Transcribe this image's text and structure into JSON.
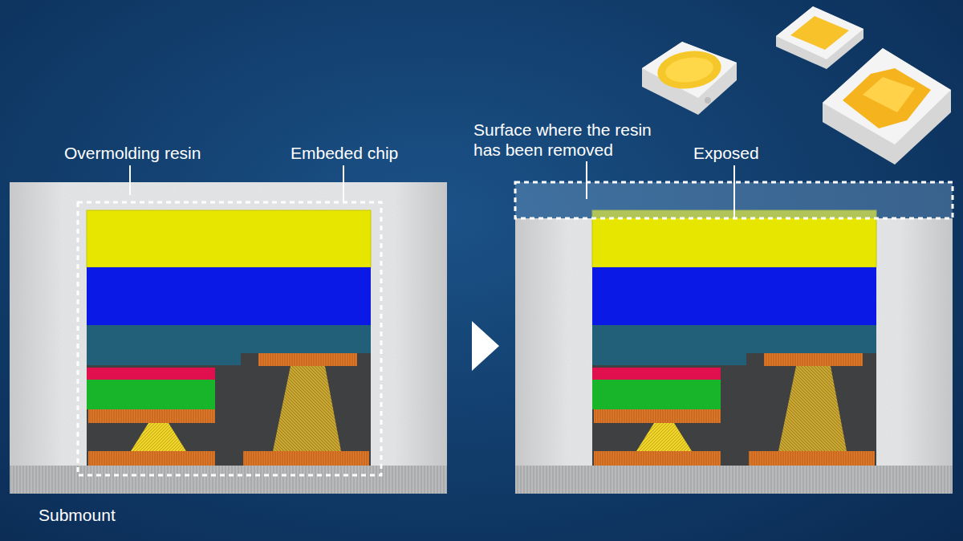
{
  "diagram": {
    "labels": [
      "Overmolding resin",
      "Embeded chip",
      "Submount",
      "Surface where the resin has been removed",
      "Exposed"
    ]
  }
}
